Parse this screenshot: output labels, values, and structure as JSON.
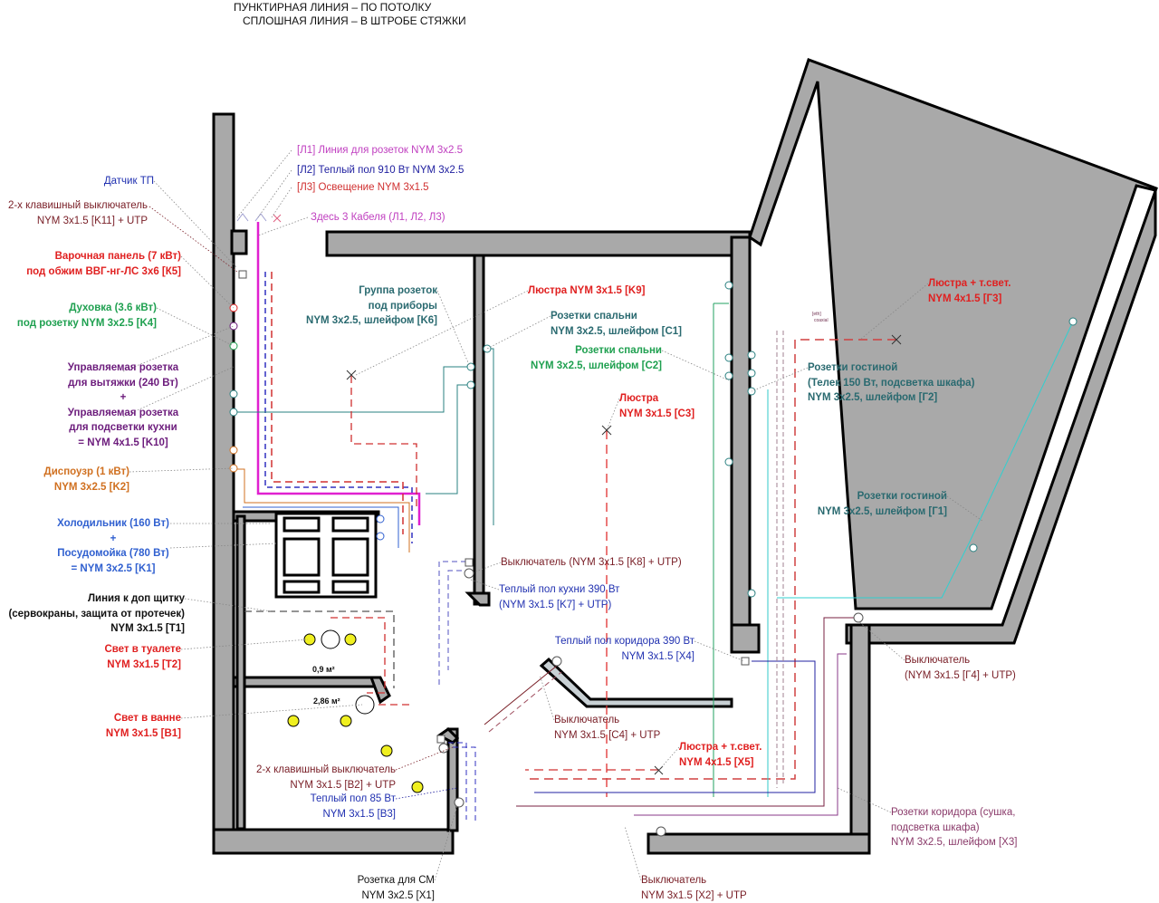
{
  "header": {
    "line1": "ПУНКТИРНАЯ ЛИНИЯ – ПО ПОТОЛКУ",
    "line2": "СПЛОШНАЯ ЛИНИЯ – В ШТРОБЕ СТЯЖКИ"
  },
  "areas": {
    "toilet": "0,9 м²",
    "bath": "2,86 м²"
  },
  "small": {
    "eth": "[eth]",
    "coaxial": "coaxial"
  },
  "colors": {
    "wall": "#a9a9a9",
    "magenta": "#c040c0",
    "navy": "#2020a0",
    "red": "#e02020",
    "darkred": "#7a2028",
    "green": "#1fa050",
    "purple": "#6c1c7c",
    "orange": "#d07020",
    "blue": "#3060d0",
    "teal": "#2a6a70",
    "cyan": "#30c8c8",
    "corridor": "#8a3a6a"
  },
  "labels": {
    "l1": {
      "color": "#c040c0",
      "lines": [
        "[Л1] Линия для розеток NYM 3x2.5"
      ]
    },
    "l2": {
      "color": "#2020a0",
      "lines": [
        "[Л2] Теплый пол 910 Вт NYM 3x2.5"
      ]
    },
    "l3": {
      "color": "#d03030",
      "lines": [
        "[Л3] Освещение NYM 3x1.5"
      ]
    },
    "cables": {
      "color": "#c040c0",
      "lines": [
        "Здесь 3 Кабеля (Л1, Л2, Л3)"
      ]
    },
    "sensor": {
      "color": "#2030b0",
      "lines": [
        "Датчик ТП"
      ]
    },
    "k11": {
      "color": "#7a2028",
      "lines": [
        "2-х клавишный выключатель",
        "NYM 3x1.5 [K11] + UTP"
      ]
    },
    "k5": {
      "color": "#e02020",
      "lines": [
        "Варочная панель (7 кВт)",
        "под обжим ВВГ-нг-ЛС 3х6 [К5]"
      ]
    },
    "k4": {
      "color": "#1fa050",
      "lines": [
        "Духовка (3.6 кВт)",
        "под розетку NYM 3x2.5 [K4]"
      ]
    },
    "k10": {
      "color": "#6c1c7c",
      "lines": [
        "Управляемая розетка",
        "для вытяжки (240 Вт)",
        "+",
        "Управляемая розетка",
        "для подсветки кухни",
        "= NYM 4x1.5 [K10]"
      ]
    },
    "k2": {
      "color": "#d07020",
      "lines": [
        "Диспоузр (1 кВт)",
        "NYM 3x2.5 [K2]"
      ]
    },
    "k1": {
      "color": "#3060d0",
      "lines": [
        "Холодильник (160 Вт)",
        "+",
        "Посудомойка (780 Вт)",
        "= NYM 3x2.5 [K1]"
      ]
    },
    "t1": {
      "color": "#111111",
      "lines": [
        "Линия к доп щитку",
        "(сервокраны, защита от протечек)",
        "NYM 3x1.5 [T1]"
      ]
    },
    "t2": {
      "color": "#e02020",
      "lines": [
        "Свет в туалете",
        "NYM 3x1.5 [T2]"
      ]
    },
    "b1": {
      "color": "#e02020",
      "lines": [
        "Свет в ванне",
        "NYM 3x1.5 [B1]"
      ]
    },
    "k6": {
      "color": "#2a6a70",
      "lines": [
        "Группа розеток",
        "под приборы",
        "NYM 3x2.5, шлейфом [K6]"
      ]
    },
    "k9": {
      "color": "#e02020",
      "lines": [
        "Люстра NYM 3x1.5 [K9]"
      ]
    },
    "c1": {
      "color": "#2a6a70",
      "lines": [
        "Розетки спальни",
        "NYM 3x2.5, шлейфом [C1]"
      ]
    },
    "c2": {
      "color": "#1fa050",
      "lines": [
        "Розетки спальни",
        "NYM 3x2.5, шлейфом [C2]"
      ]
    },
    "c3": {
      "color": "#e02020",
      "lines": [
        "Люстра",
        "NYM 3x1.5 [C3]"
      ]
    },
    "g3": {
      "color": "#e02020",
      "lines": [
        "Люстра + т.свет.",
        "NYM 4x1.5 [Г3]"
      ]
    },
    "g2": {
      "color": "#2a6a70",
      "lines": [
        "Розетки гостиной",
        "(Телек 150 Вт, подсветка шкафа)",
        "NYM 3x2.5, шлейфом [Г2]"
      ]
    },
    "g1": {
      "color": "#2a6a70",
      "lines": [
        "Розетки гостиной",
        "NYM 3x2.5, шлейфом [Г1]"
      ]
    },
    "k8": {
      "color": "#7a2028",
      "lines": [
        "Выключатель (NYM 3x1.5 [K8] + UTP)"
      ]
    },
    "k7": {
      "color": "#2030b0",
      "lines": [
        "Теплый пол кухни 390 Вт",
        "(NYM 3x1.5 [K7] + UTP)"
      ]
    },
    "x4": {
      "color": "#2030b0",
      "lines": [
        "Теплый пол коридора 390 Вт",
        "NYM 3x1.5 [X4]"
      ]
    },
    "g4": {
      "color": "#7a2028",
      "lines": [
        "Выключатель",
        "(NYM 3x1.5 [Г4] + UTP)"
      ]
    },
    "c4": {
      "color": "#7a2028",
      "lines": [
        "Выключатель",
        "NYM 3x1.5 [C4] + UTP"
      ]
    },
    "x5": {
      "color": "#e02020",
      "lines": [
        "Люстра + т.свет.",
        "NYM 4x1.5 [X5]"
      ]
    },
    "b2": {
      "color": "#7a2028",
      "lines": [
        "2-х клавишный выключатель",
        "NYM 3x1.5 [B2] + UTP"
      ]
    },
    "b3": {
      "color": "#2030b0",
      "lines": [
        "Теплый пол 85 Вт",
        "NYM 3x1.5 [B3]"
      ]
    },
    "x3": {
      "color": "#8a3a6a",
      "lines": [
        "Розетки коридора (сушка,",
        "подсветка шкафа)",
        "NYM 3x2.5, шлейфом [X3]"
      ]
    },
    "x2": {
      "color": "#7a2028",
      "lines": [
        "Выключатель",
        "NYM 3x1.5 [X2] + UTP"
      ]
    },
    "x1": {
      "color": "#111111",
      "lines": [
        "Розетка для СМ",
        "NYM 3x2.5 [X1]"
      ]
    }
  }
}
